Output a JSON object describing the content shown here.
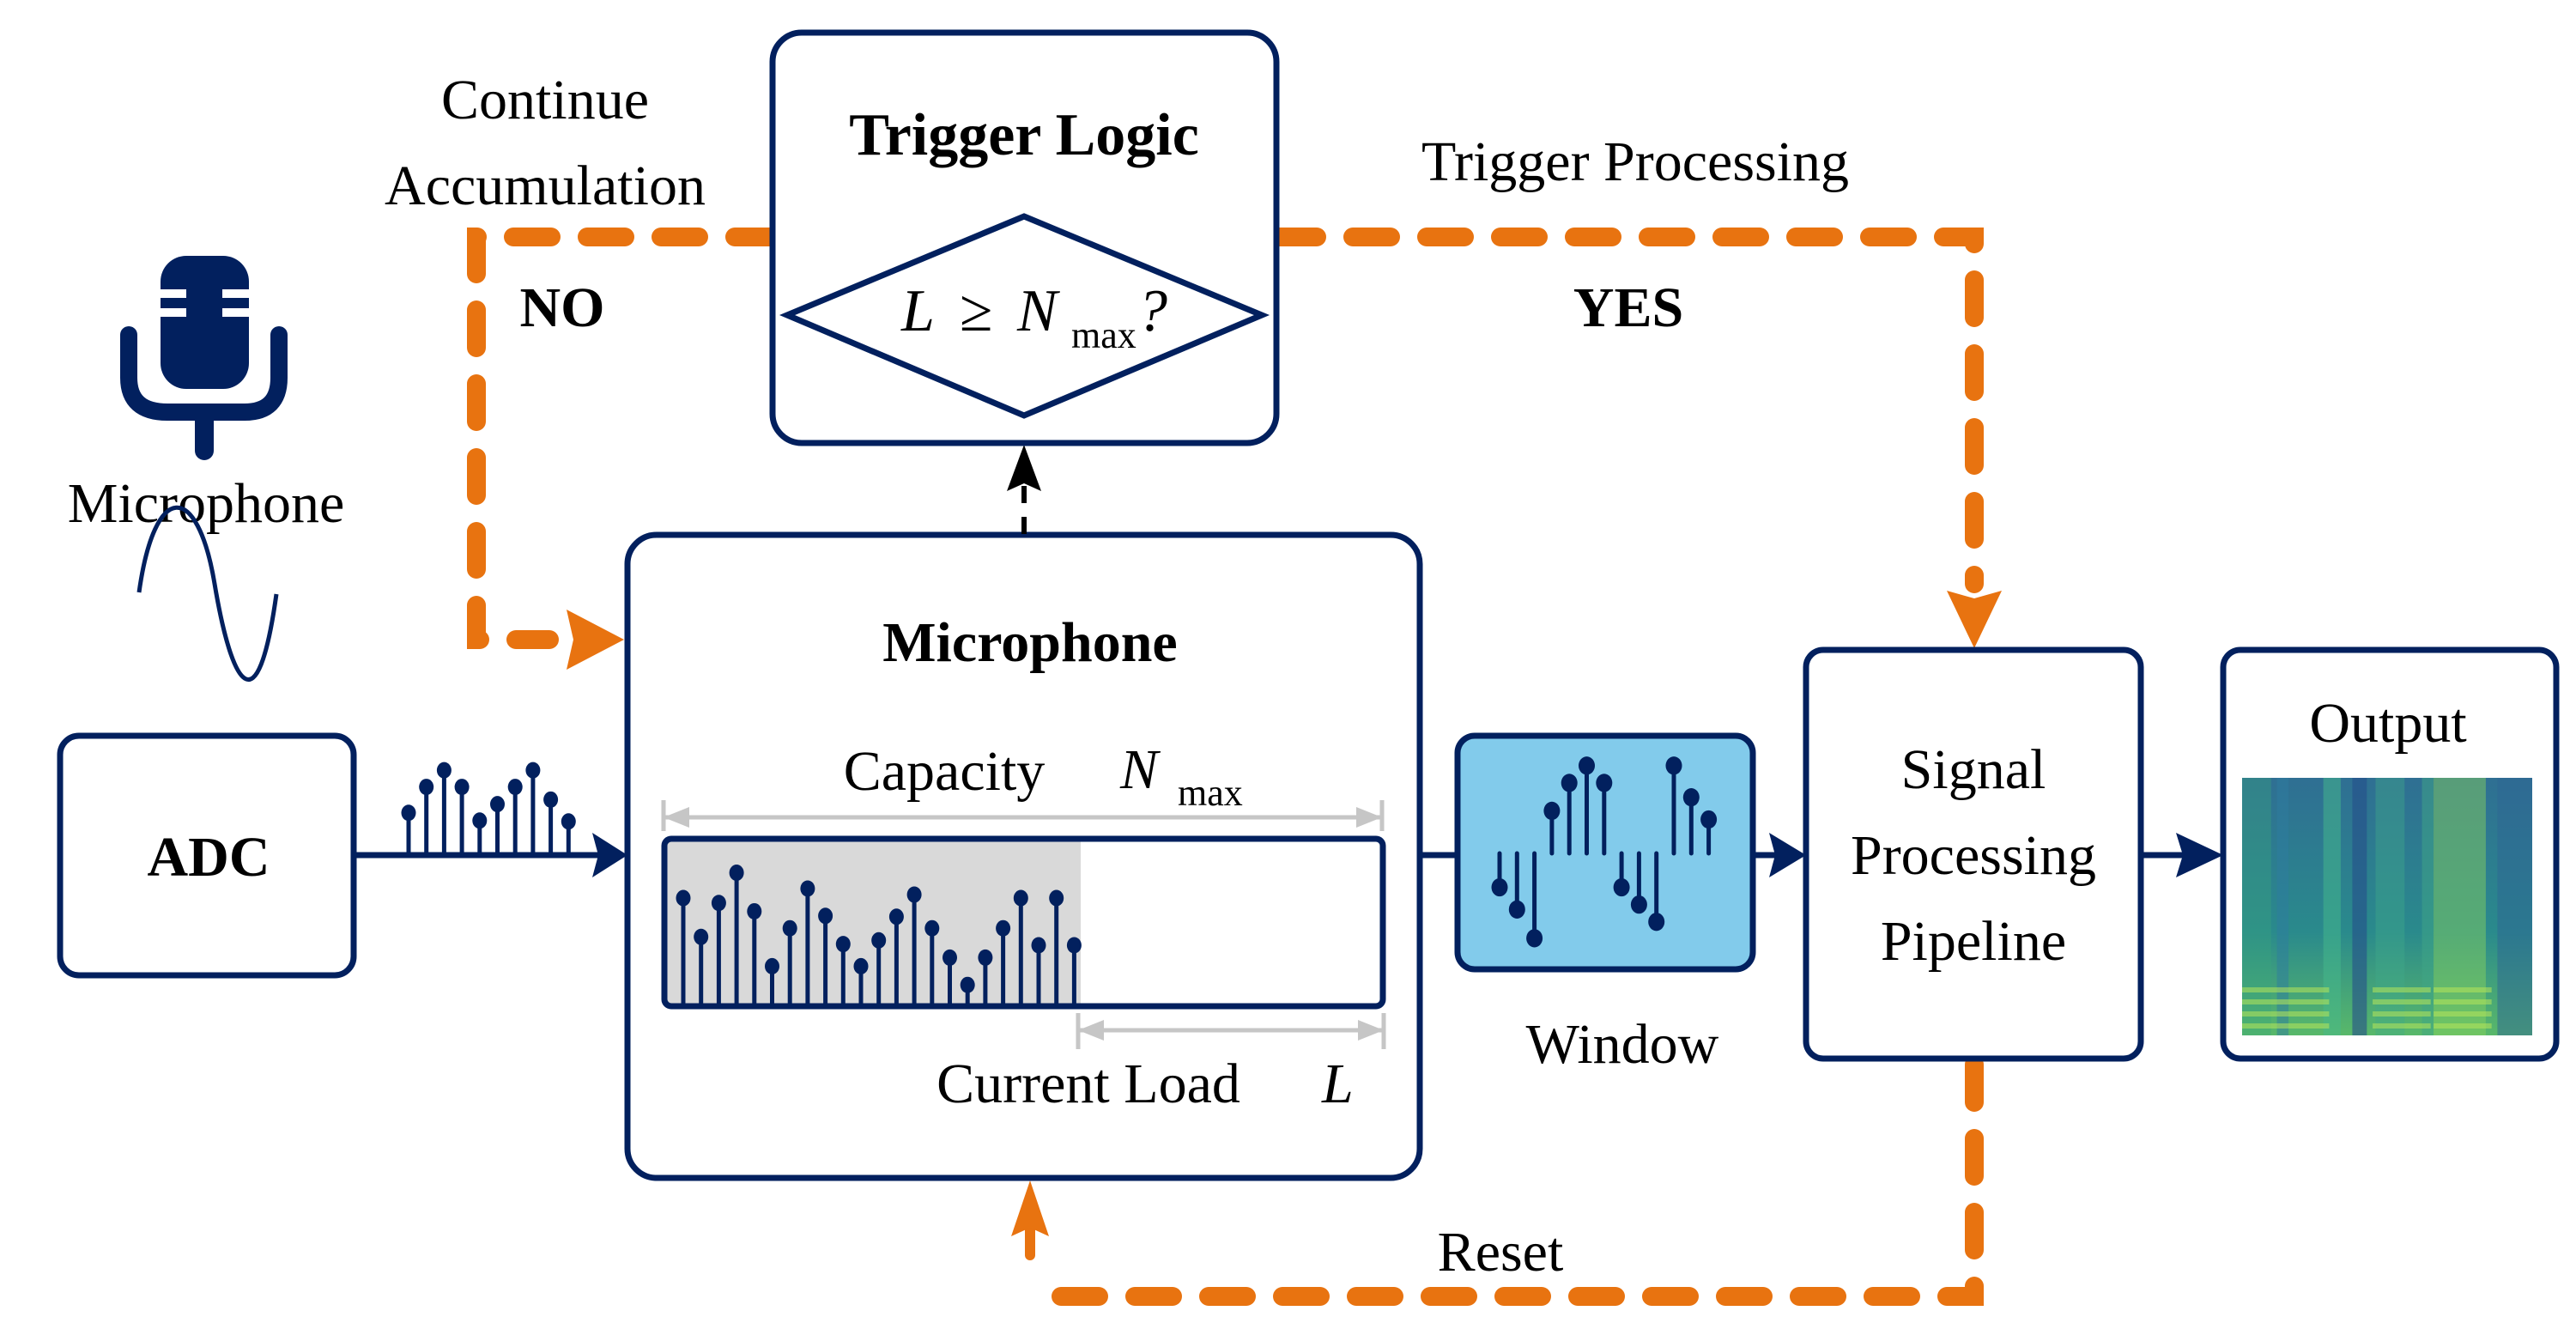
{
  "colors": {
    "navy": "#02205E",
    "orange": "#E87310",
    "window_fill": "#82CBEB",
    "buffer_fill": "#D9D9D9",
    "dimension_grey": "#C6C6C6"
  },
  "source": {
    "icon": "microphone-icon",
    "label": "Microphone",
    "wave_icon": "sine-wave-icon"
  },
  "adc": {
    "label": "ADC",
    "samples": [
      147,
      237,
      295,
      237,
      120,
      177,
      237,
      295,
      193,
      117
    ]
  },
  "buffer_box": {
    "title": "Microphone",
    "capacity_label": "Capacity",
    "capacity_symbol": "N",
    "capacity_subscript": "max",
    "load_label": "Current Load",
    "load_symbol": "L",
    "fill_fraction": 0.58,
    "samples": [
      370,
      235,
      353,
      458,
      324,
      133,
      265,
      403,
      308,
      210,
      133,
      223,
      305,
      382,
      265,
      163,
      68,
      163,
      265,
      370,
      206,
      370,
      206
    ]
  },
  "trigger": {
    "title": "Trigger Logic",
    "condition_lhs": "L",
    "condition_op": "≥",
    "condition_rhs": "N",
    "condition_sub": "max",
    "condition_q": "?"
  },
  "branches": {
    "no_caption_line1": "Continue",
    "no_caption_line2": "Accumulation",
    "no_label": "NO",
    "yes_caption": "Trigger Processing",
    "yes_label": "YES",
    "reset_label": "Reset"
  },
  "window": {
    "label": "Window",
    "samples": [
      -118,
      -195,
      -295,
      148,
      245,
      305,
      245,
      -118,
      -178,
      -238,
      305,
      195,
      118
    ]
  },
  "pipeline": {
    "line1": "Signal",
    "line2": "Processing",
    "line3": "Pipeline"
  },
  "output": {
    "label": "Output",
    "image": "spectrogram"
  }
}
